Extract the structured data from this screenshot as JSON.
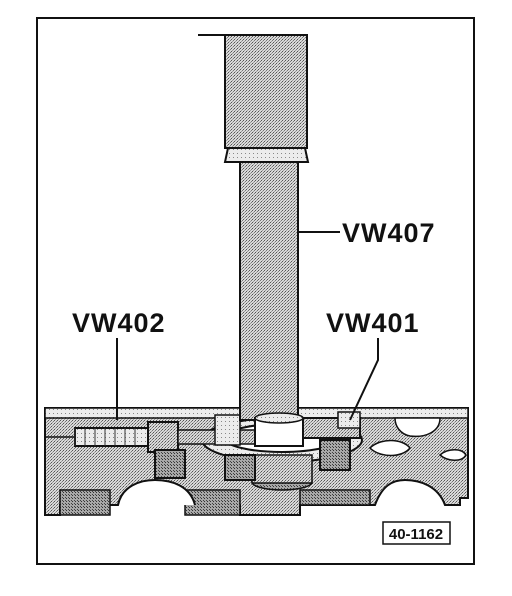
{
  "labels": {
    "vw407": "VW407",
    "vw402": "VW402",
    "vw401": "VW401"
  },
  "figure_number": "40-1162",
  "colors": {
    "ink": "#111111",
    "paper": "#ffffff",
    "shade": "#bdbdbd"
  }
}
